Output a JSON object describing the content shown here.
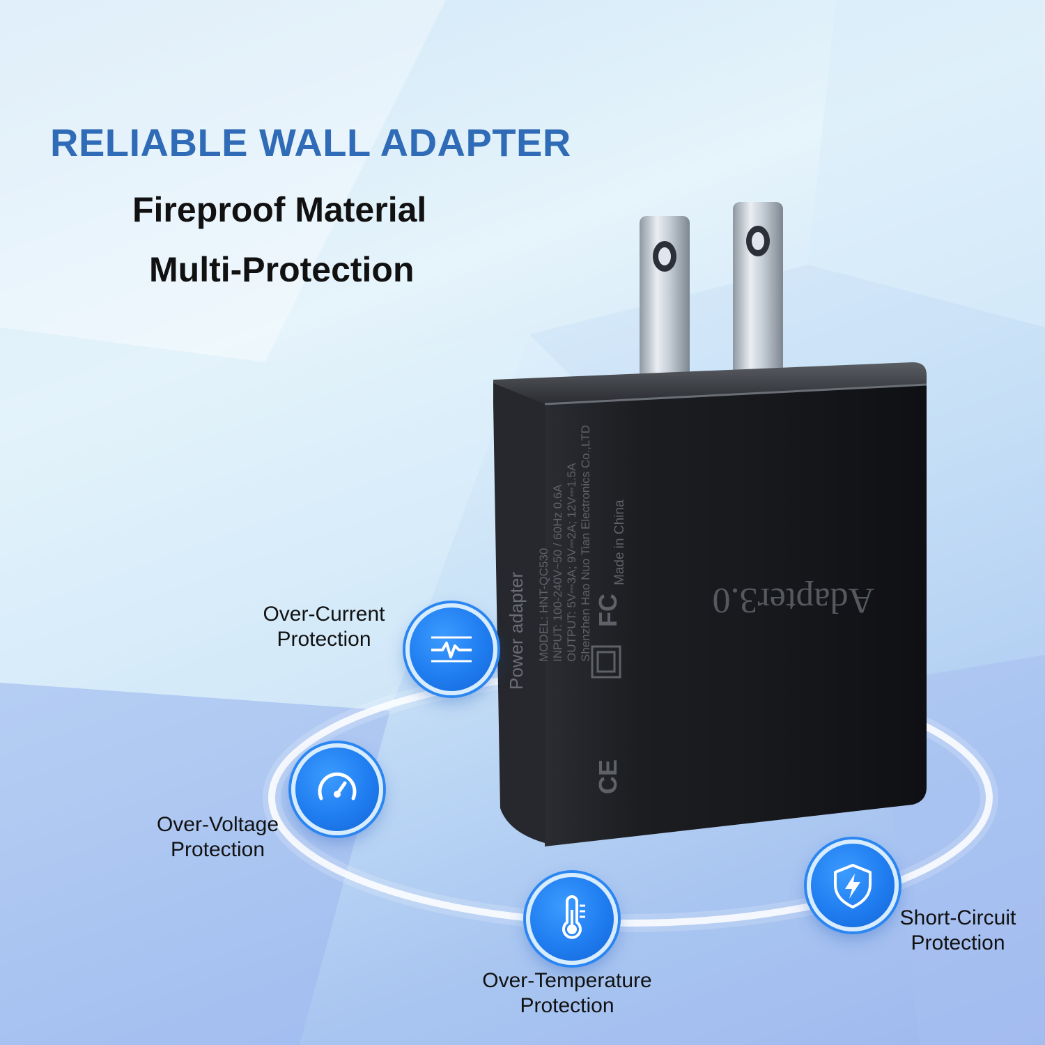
{
  "hero": {
    "headline": "RELIABLE WALL ADAPTER",
    "sub_line_1": "Fireproof Material",
    "sub_line_2": "Multi-Protection"
  },
  "adapter": {
    "label_title": "Power adapter",
    "model_line": "MODEL: HNT-QC530",
    "input_line": "INPUT: 100-240V~50 / 60Hz  0.6A",
    "output_line": "OUTPUT: 5V⎓3A; 9V⎓2A; 12V⎓1.5A",
    "maker_line": "Shenzhen Hao Nuo Tian Electronics Co.,LTD",
    "origin_line": "Made in China",
    "brand_text": "Adapter3.0",
    "cert_marks": [
      "CE",
      "FC"
    ]
  },
  "features": [
    {
      "icon": "waveform-icon",
      "line1": "Over-Current",
      "line2": "Protection"
    },
    {
      "icon": "gauge-icon",
      "line1": "Over-Voltage",
      "line2": "Protection"
    },
    {
      "icon": "thermometer-icon",
      "line1": "Over-Temperature",
      "line2": "Protection"
    },
    {
      "icon": "shield-bolt-icon",
      "line1": "Short-Circuit",
      "line2": "Protection"
    }
  ],
  "colors": {
    "headline": "#2f6bb6",
    "badge_blue": "#1f7df0",
    "adapter_body": "#1a1b1f"
  }
}
